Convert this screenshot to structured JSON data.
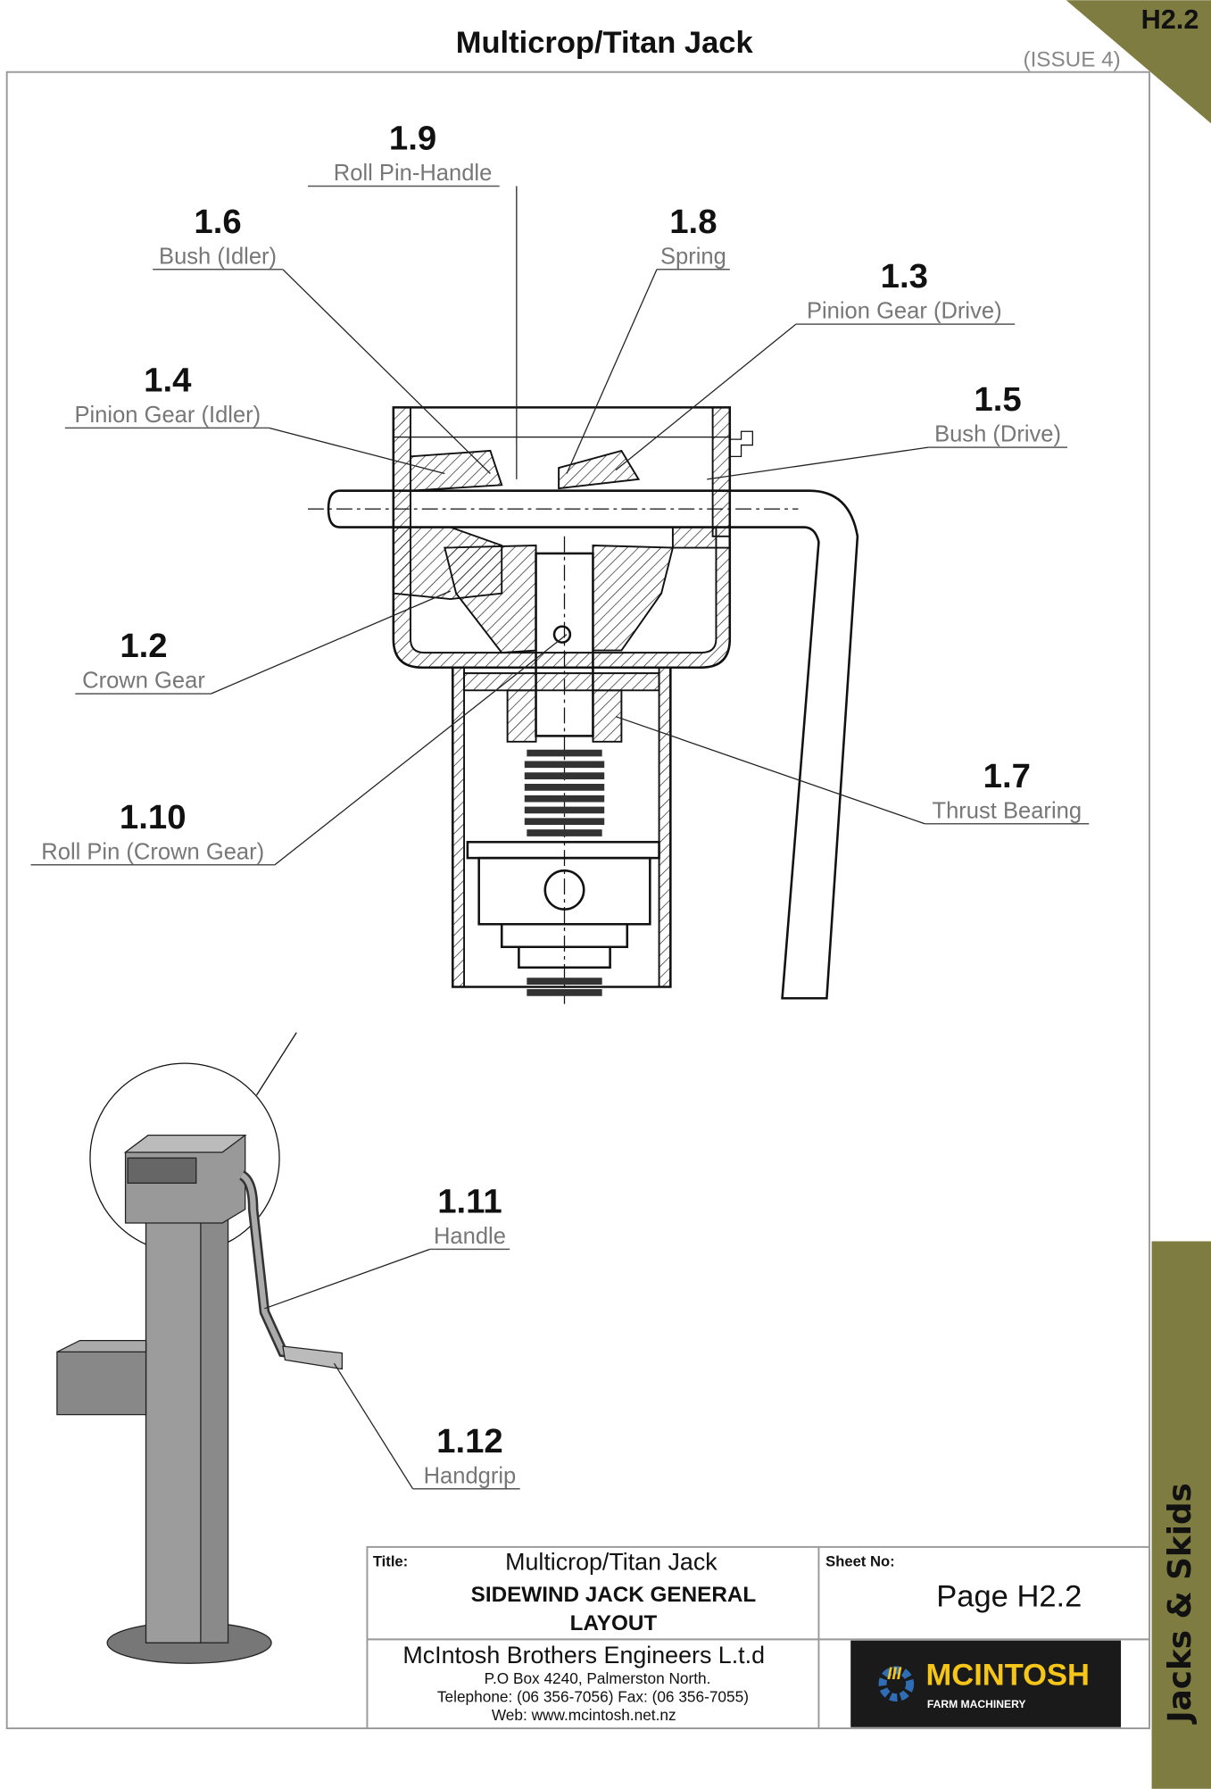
{
  "header": {
    "title": "Multicrop/Titan Jack",
    "issue": "(ISSUE 4)",
    "page_code": "H2.2"
  },
  "side_tab": {
    "label": "Jacks & Skids",
    "color": "#7f7c42"
  },
  "callouts": [
    {
      "id": "1.9",
      "name": "Roll Pin-Handle"
    },
    {
      "id": "1.6",
      "name": "Bush (Idler)"
    },
    {
      "id": "1.8",
      "name": "Spring"
    },
    {
      "id": "1.3",
      "name": "Pinion Gear (Drive)"
    },
    {
      "id": "1.4",
      "name": "Pinion Gear (Idler)"
    },
    {
      "id": "1.5",
      "name": "Bush (Drive)"
    },
    {
      "id": "1.2",
      "name": "Crown Gear"
    },
    {
      "id": "1.7",
      "name": "Thrust Bearing"
    },
    {
      "id": "1.10",
      "name": "Roll Pin (Crown Gear)"
    },
    {
      "id": "1.11",
      "name": "Handle"
    },
    {
      "id": "1.12",
      "name": "Handgrip"
    }
  ],
  "title_block": {
    "title_label": "Title:",
    "title_value": "Multicrop/Titan Jack",
    "subtitle_line1": "SIDEWIND JACK GENERAL",
    "subtitle_line2": "LAYOUT",
    "sheet_label": "Sheet No:",
    "sheet_value": "Page H2.2",
    "company": "McIntosh Brothers Engineers L.t.d",
    "address": "P.O Box 4240, Palmerston North.",
    "phone": "Telephone: (06 356-7056)   Fax: (06 356-7055)",
    "web": "Web: www.mcintosh.net.nz",
    "logo_main": "MCINTOSH",
    "logo_sub": "FARM MACHINERY",
    "logo_mark": "III"
  },
  "colors": {
    "accent": "#7f7c42",
    "logo_yellow": "#f5c518",
    "logo_blue": "#2f6db5"
  }
}
